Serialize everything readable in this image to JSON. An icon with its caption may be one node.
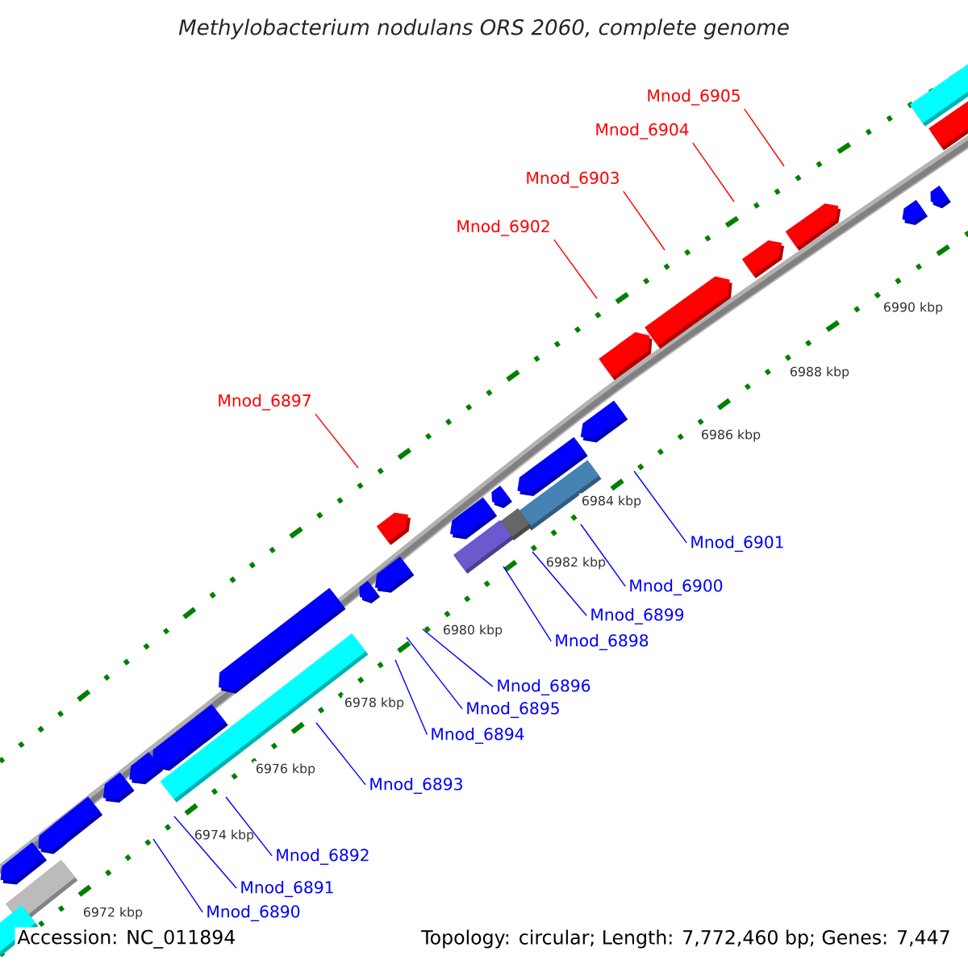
{
  "diagram": {
    "title": "Methylobacterium nodulans ORS 2060, complete genome",
    "nodes": [
      {
        "text": [
          "Mnod_6905"
        ]
      },
      {
        "text": [
          "Mnod_6904"
        ]
      },
      {
        "text": [
          "Mnod_6903"
        ]
      },
      {
        "text": [
          "Mnod_6902"
        ]
      },
      {
        "text": [
          "Mnod_6897"
        ]
      },
      {
        "text": [
          "Mnod_6901"
        ]
      },
      {
        "text": [
          "Mnod_6900"
        ]
      },
      {
        "text": [
          "Mnod_6899"
        ]
      },
      {
        "text": [
          "Mnod_6898"
        ]
      },
      {
        "text": [
          "Mnod_6896"
        ]
      },
      {
        "text": [
          "Mnod_6895"
        ]
      },
      {
        "text": [
          "Mnod_6894"
        ]
      },
      {
        "text": [
          "Mnod_6893"
        ]
      },
      {
        "text": [
          "Mnod_6892"
        ]
      },
      {
        "text": [
          "Mnod_6891"
        ]
      },
      {
        "text": [
          "Mnod_6890"
        ]
      }
    ],
    "edges": [
      {
        "from": 0,
        "to": null,
        "arrow": "none",
        "color": "#ff0000"
      },
      {
        "from": 1,
        "to": null,
        "arrow": "none",
        "color": "#ff0000"
      },
      {
        "from": 2,
        "to": null,
        "arrow": "none",
        "color": "#ff0000"
      },
      {
        "from": 3,
        "to": null,
        "arrow": "none",
        "color": "#ff0000"
      },
      {
        "from": 4,
        "to": null,
        "arrow": "none",
        "color": "#ff0000"
      },
      {
        "from": 5,
        "to": null,
        "arrow": "none"
      },
      {
        "from": 6,
        "to": null,
        "arrow": "none"
      },
      {
        "from": 7,
        "to": null,
        "arrow": "none"
      },
      {
        "from": 8,
        "to": null,
        "arrow": "none"
      },
      {
        "from": 9,
        "to": null,
        "arrow": "none"
      },
      {
        "from": 10,
        "to": null,
        "arrow": "none"
      },
      {
        "from": 11,
        "to": null,
        "arrow": "none"
      },
      {
        "from": 12,
        "to": null,
        "arrow": "none"
      },
      {
        "from": 13,
        "to": null,
        "arrow": "none"
      },
      {
        "from": 14,
        "to": null,
        "arrow": "none"
      },
      {
        "from": 15,
        "to": null,
        "arrow": "none"
      }
    ],
    "labels": [
      "6990 kbp",
      "6988 kbp",
      "6986 kbp",
      "6984 kbp",
      "6982 kbp",
      "6980 kbp",
      "6978 kbp",
      "6976 kbp",
      "6974 kbp",
      "6972 kbp",
      "Accession: NC_011894",
      "Topology: circular; Length: 7,772,460 bp; Genes: 7,447"
    ]
  }
}
